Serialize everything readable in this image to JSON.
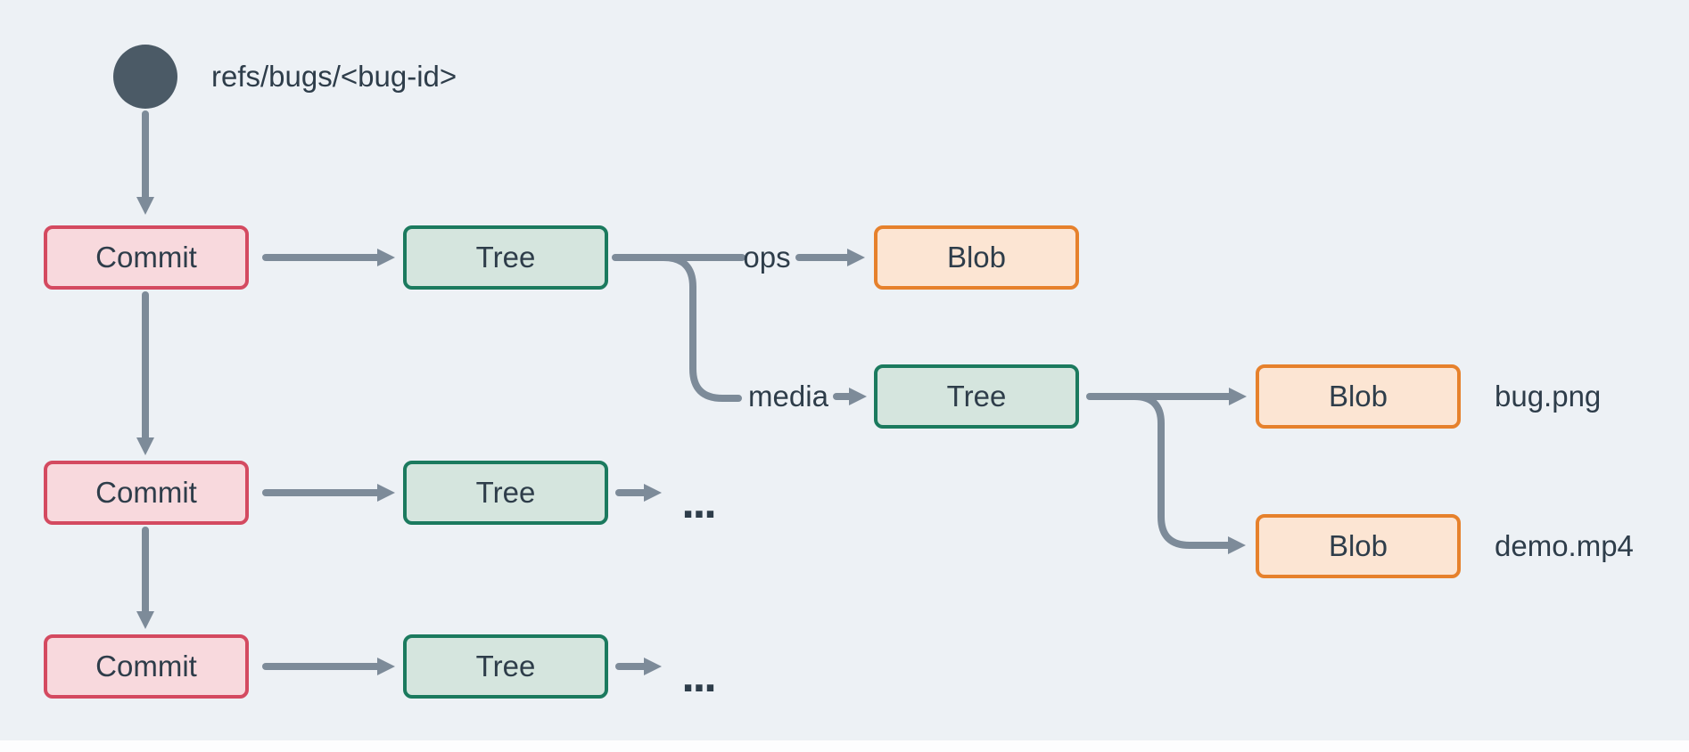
{
  "diagram": {
    "title_hint": "git object graph",
    "ref": {
      "dot_icon": "filled-circle",
      "label": "refs/bugs/<bug-id>"
    },
    "nodes": {
      "commit1": "Commit",
      "commit2": "Commit",
      "commit3": "Commit",
      "tree1": "Tree",
      "tree2": "Tree",
      "tree3": "Tree",
      "tree_media": "Tree",
      "blob_ops": "Blob",
      "blob_bug": "Blob",
      "blob_demo": "Blob"
    },
    "edge_labels": {
      "ops": "ops",
      "media": "media"
    },
    "file_labels": {
      "bug_png": "bug.png",
      "demo_mp4": "demo.mp4"
    },
    "ellipsis": {
      "row2": "...",
      "row3": "..."
    },
    "colors": {
      "background": "#edf1f5",
      "commit_fill": "#f8d9dd",
      "commit_border": "#d44a60",
      "tree_fill": "#d5e5de",
      "tree_border": "#1b7a5e",
      "blob_fill": "#fce5d3",
      "blob_border": "#e6812c",
      "arrow": "#7d8b99",
      "ref_dot": "#4b5a66",
      "text": "#2e3d4a"
    }
  }
}
